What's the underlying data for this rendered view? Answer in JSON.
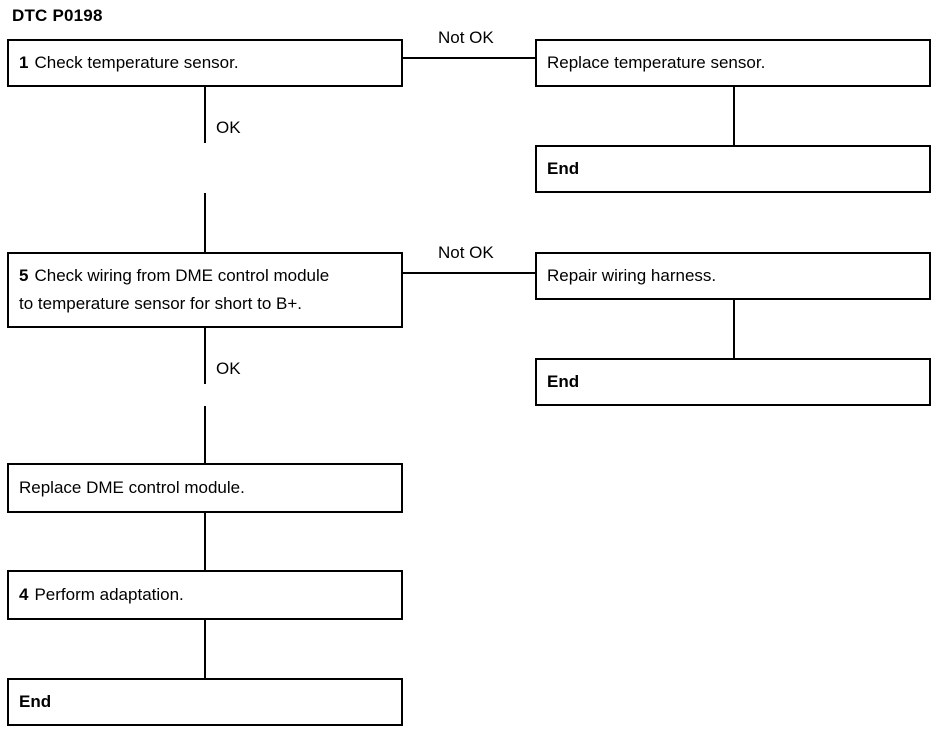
{
  "title": "DTC P0198",
  "steps": {
    "step1": {
      "num": "1",
      "text": "Check temperature sensor."
    },
    "replace_sensor": {
      "text": "Replace temperature sensor."
    },
    "end1": {
      "text": "End"
    },
    "step5": {
      "num": "5",
      "line1": "Check wiring from DME control module",
      "line2": "to temperature sensor for short to B+."
    },
    "repair_harness": {
      "text": "Repair wiring harness."
    },
    "end2": {
      "text": "End"
    },
    "replace_dme": {
      "text": "Replace DME control module."
    },
    "step4": {
      "num": "4",
      "text": "Perform adaptation."
    },
    "end3": {
      "text": "End"
    }
  },
  "labels": {
    "not_ok_1": "Not OK",
    "ok_1": "OK",
    "not_ok_2": "Not OK",
    "ok_2": "OK"
  }
}
